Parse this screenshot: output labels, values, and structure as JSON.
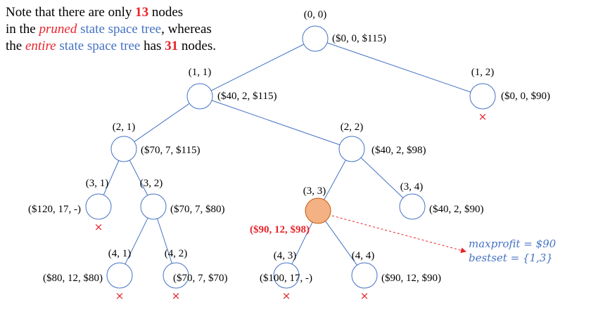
{
  "note": {
    "line1_pre": "Note that there are only ",
    "pruned_count": "13",
    "line1_post": " nodes",
    "line2_pre": "in the ",
    "pruned_word": "pruned",
    "sst_word_1": "state space tree",
    "line2_post": ", whereas",
    "line3_pre": "the ",
    "entire_word": "entire",
    "sst_word_2": "state space tree",
    "line3_mid": " has ",
    "entire_count": "31",
    "line3_post": " nodes."
  },
  "nodes": [
    {
      "id": "n00",
      "label": "(0, 0)",
      "info": "($0, 0, $115)",
      "parent": null,
      "pruned": false,
      "highlight": false
    },
    {
      "id": "n11",
      "label": "(1, 1)",
      "info": "($40, 2, $115)",
      "parent": "n00",
      "pruned": false,
      "highlight": false
    },
    {
      "id": "n12",
      "label": "(1, 2)",
      "info": "($0, 0, $90)",
      "parent": "n00",
      "pruned": true,
      "highlight": false
    },
    {
      "id": "n21",
      "label": "(2, 1)",
      "info": "($70, 7, $115)",
      "parent": "n11",
      "pruned": false,
      "highlight": false
    },
    {
      "id": "n22",
      "label": "(2, 2)",
      "info": "($40, 2, $98)",
      "parent": "n11",
      "pruned": false,
      "highlight": false
    },
    {
      "id": "n31",
      "label": "(3, 1)",
      "info": "($120, 17, -)",
      "parent": "n21",
      "pruned": true,
      "highlight": false
    },
    {
      "id": "n32",
      "label": "(3, 2)",
      "info": "($70, 7, $80)",
      "parent": "n21",
      "pruned": false,
      "highlight": false
    },
    {
      "id": "n33",
      "label": "(3, 3)",
      "info": "($90, 12, $98)",
      "parent": "n22",
      "pruned": false,
      "highlight": true
    },
    {
      "id": "n34",
      "label": "(3, 4)",
      "info": "($40, 2, $90)",
      "parent": "n22",
      "pruned": false,
      "highlight": false
    },
    {
      "id": "n41",
      "label": "(4, 1)",
      "info": "($80, 12, $80)",
      "parent": "n32",
      "pruned": true,
      "highlight": false
    },
    {
      "id": "n42",
      "label": "(4, 2)",
      "info": "($70, 7, $70)",
      "parent": "n32",
      "pruned": true,
      "highlight": false
    },
    {
      "id": "n43",
      "label": "(4, 3)",
      "info": "($100, 17, -)",
      "parent": "n33",
      "pruned": true,
      "highlight": false
    },
    {
      "id": "n44",
      "label": "(4, 4)",
      "info": "($90, 12, $90)",
      "parent": "n33",
      "pruned": true,
      "highlight": false
    }
  ],
  "prune_mark": "×",
  "result": {
    "maxprofit": "maxprofit = $90",
    "bestset": "bestset = {1,3}"
  },
  "colors": {
    "edge": "#4472c4",
    "node_stroke": "#4472c4",
    "highlight_fill": "#f4b183",
    "highlight_stroke": "#c55a11",
    "arrow": "#e8232a",
    "prune": "#e8232a",
    "result_text": "#4472c4"
  }
}
